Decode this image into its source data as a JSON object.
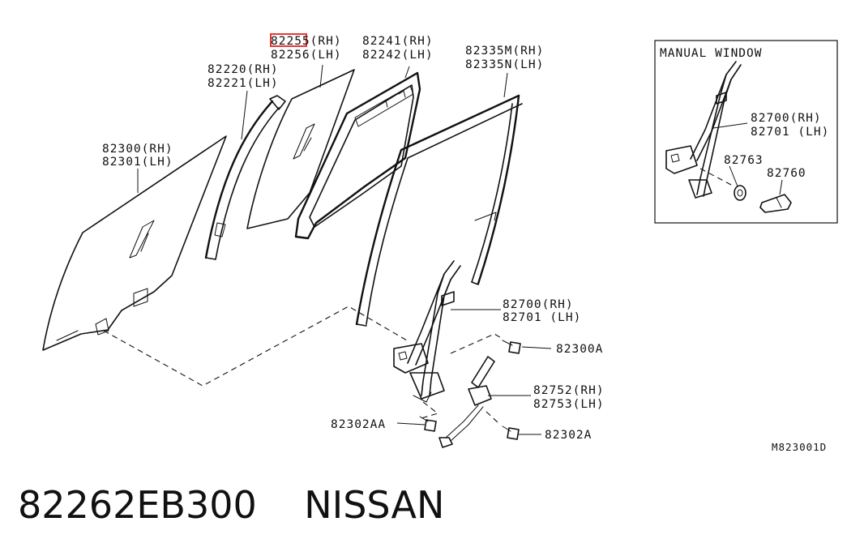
{
  "labels": {
    "glass_front_rh": "82300(RH)",
    "glass_front_lh": "82301(LH)",
    "sash_rh": "82220(RH)",
    "sash_lh": "82221(LH)",
    "partition_rh": "82255(RH)",
    "partition_lh": "82256(LH)",
    "weatherstrip_rh": "82241(RH)",
    "weatherstrip_lh": "82242(LH)",
    "run_rh": "82335M(RH)",
    "run_lh": "82335N(LH)",
    "regulator_rh": "82700(RH)",
    "regulator_lh": "82701 (LH)",
    "bolt_upper": "82300A",
    "handle_rh": "82752(RH)",
    "handle_lh": "82753(LH)",
    "bolt_left": "82302AA",
    "bolt_right": "82302A"
  },
  "inset": {
    "title": "MANUAL WINDOW",
    "regulator_rh": "82700(RH)",
    "regulator_lh": "82701 (LH)",
    "washer": "82763",
    "handle": "82760"
  },
  "diagram_code": "M823001D",
  "caption": "82262EB300    NISSAN",
  "highlight_color": "#e53935"
}
